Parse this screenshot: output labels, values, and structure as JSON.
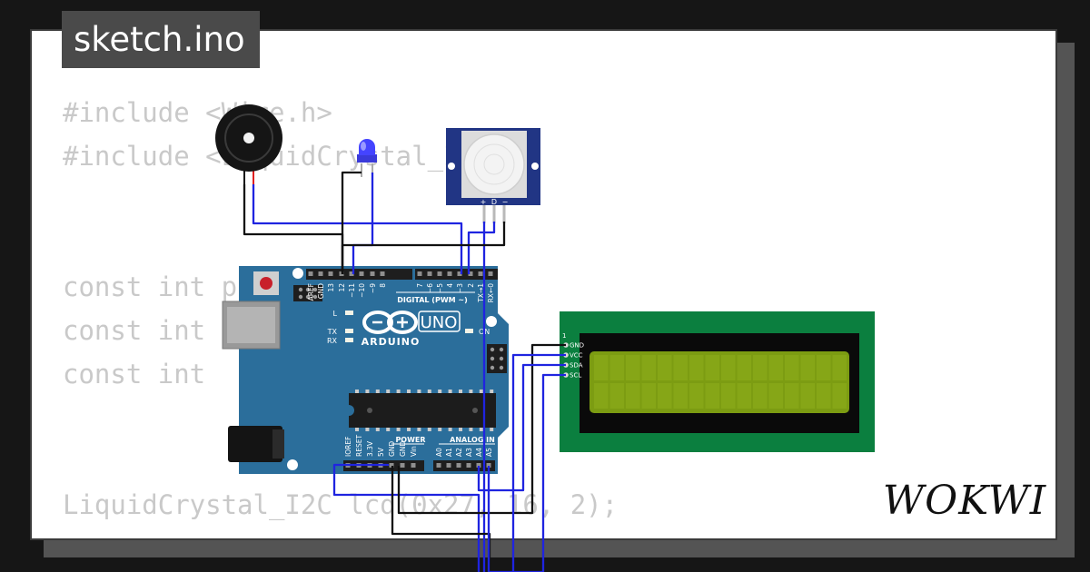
{
  "tab": {
    "filename": "sketch.ino"
  },
  "code": [
    {
      "text": "#include <Wire.h>"
    },
    {
      "text": "#include <LiquidCrystal_I2C.h>"
    },
    {
      "text": "const int pirPin = 2;"
    },
    {
      "text": "const int"
    },
    {
      "text": "const int"
    },
    {
      "text": "LiquidCrystal_I2C lcd(0x27, 16, 2);"
    }
  ],
  "brand": {
    "name": "WOKWI"
  },
  "arduino": {
    "name": "ARDUINO",
    "model": "UNO",
    "digital_label": "DIGITAL (PWM ~)",
    "power_label": "POWER",
    "analog_label": "ANALOG IN",
    "on_label": "ON",
    "led_labels": [
      "L",
      "TX",
      "RX"
    ],
    "top_pins": [
      "AREF",
      "GND",
      "13",
      "12",
      "~11",
      "~10",
      "~9",
      "8",
      "7",
      "~6",
      "~5",
      "4",
      "~3",
      "2",
      "TX→1",
      "RX←0"
    ],
    "power_pins": [
      "IOREF",
      "RESET",
      "3.3V",
      "5V",
      "GND",
      "GND",
      "Vin"
    ],
    "analog_pins": [
      "A0",
      "A1",
      "A2",
      "A3",
      "A4",
      "A5"
    ]
  },
  "pir": {
    "pins": [
      "+",
      "D",
      "−"
    ]
  },
  "lcd": {
    "pin1": "1",
    "pins": [
      "GND",
      "VCC",
      "SDA",
      "SCL"
    ]
  },
  "colors": {
    "wire_blue": "#1f24e0",
    "wire_black": "#111111",
    "board": "#2b6e9b",
    "lcd_pcb": "#0b7f3f",
    "lcd_screen": "#7c9c12"
  }
}
